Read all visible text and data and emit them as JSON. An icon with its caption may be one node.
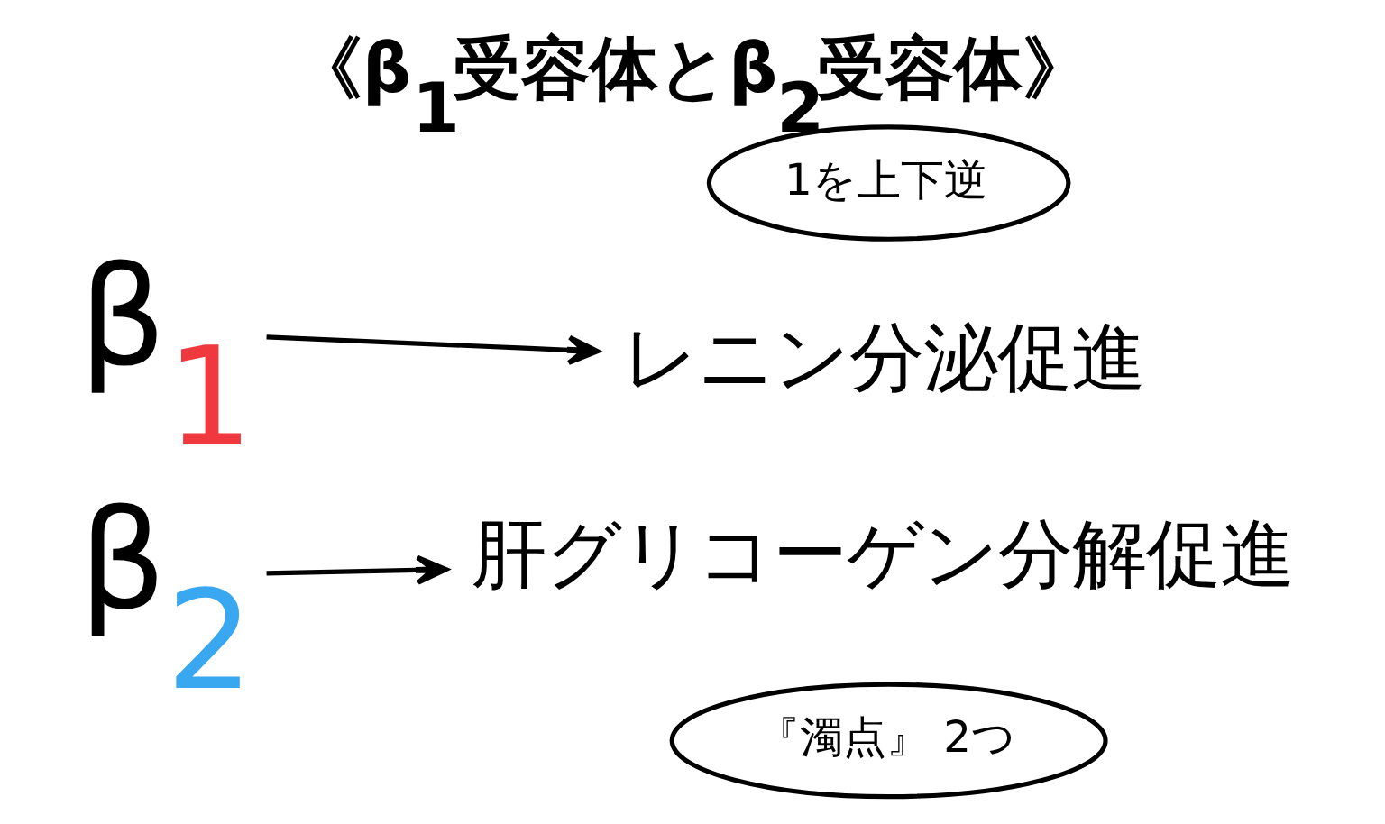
{
  "diagram": {
    "title": "《β$_{1}$受容体とβ$_{2}$受容体》",
    "nodes": [
      {
        "text": [
          "β$_{1}$"
        ]
      },
      {
        "text": [
          "1を上下逆"
        ]
      },
      {
        "text": [
          "レニン分泌促進"
        ]
      },
      {
        "text": [
          "β$_{2}$"
        ]
      },
      {
        "text": [
          "肝グリコーゲン分解促進"
        ]
      },
      {
        "text": [
          "『濁点』 2つ"
        ]
      }
    ],
    "edges": [
      {
        "from": 0,
        "to": 2,
        "arrow": "to"
      },
      {
        "from": 3,
        "to": 4,
        "arrow": "to"
      }
    ]
  }
}
